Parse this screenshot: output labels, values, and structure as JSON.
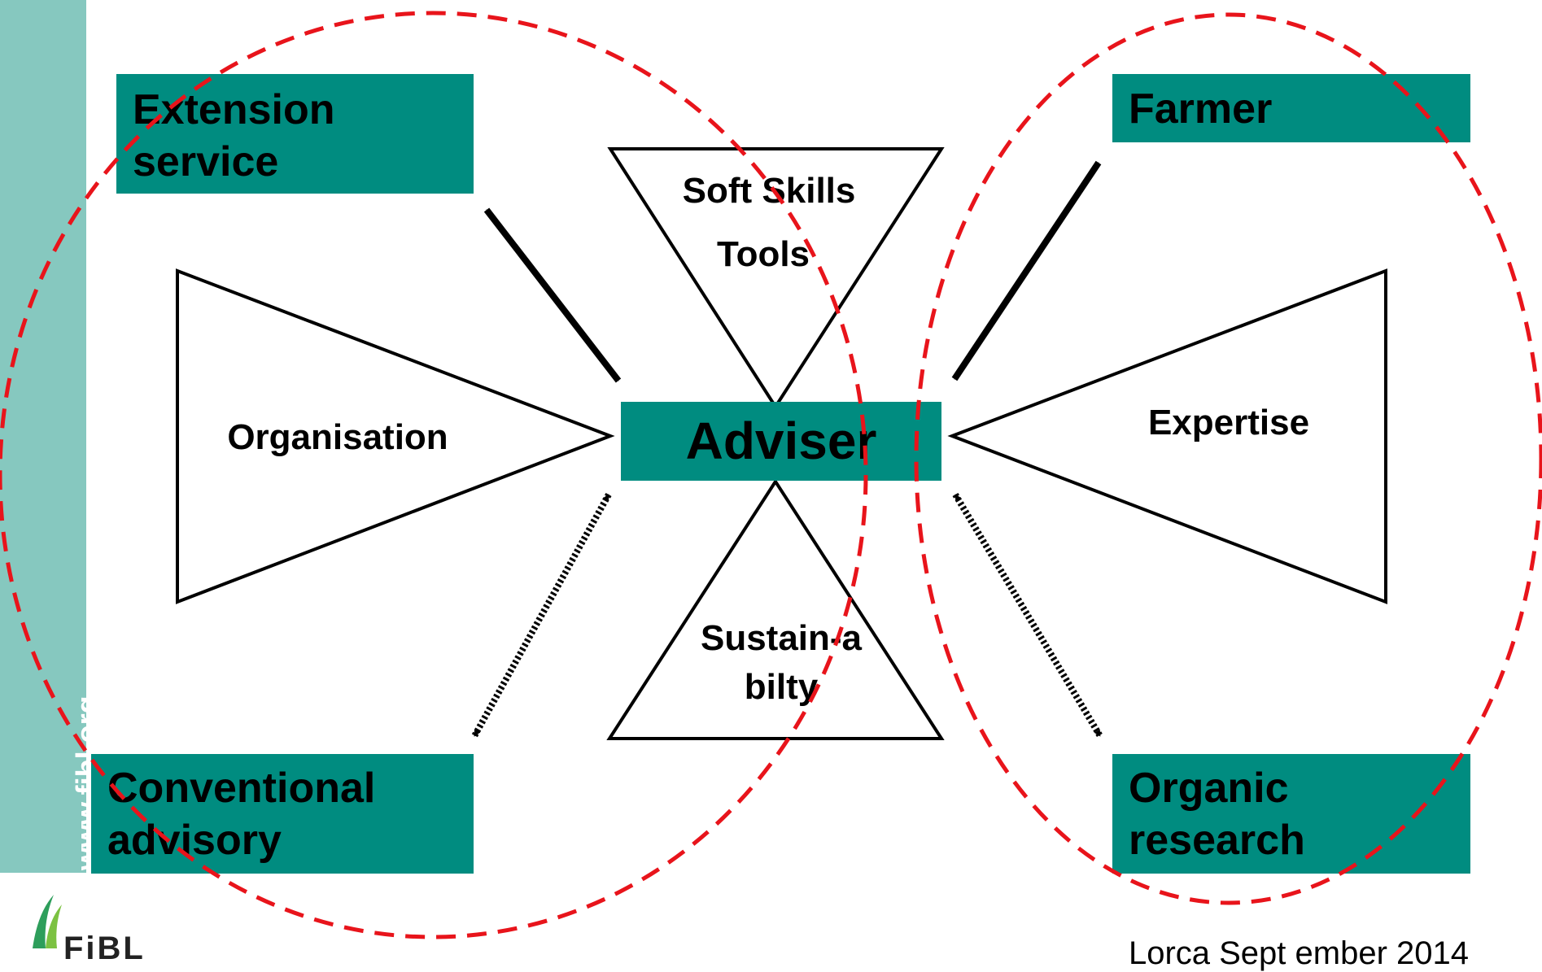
{
  "sidebar": {
    "url": "www.fibl.org"
  },
  "boxes": {
    "extension_service": "Extension service",
    "farmer": "Farmer",
    "conventional_advisory": "Conventional advisory",
    "organic_research": "Organic research",
    "adviser": "Adviser"
  },
  "triangles": {
    "soft_skills": "Soft Skills",
    "tools": "Tools",
    "organisation": "Organisation",
    "expertise": "Expertise",
    "sustainability": "Sustain-abilty"
  },
  "logo": {
    "text": "FiBL"
  },
  "footer": {
    "text": "Lorca Sept ember 2014"
  },
  "colors": {
    "teal": "#008c80",
    "sidebar": "#86c8bf",
    "dashed_ellipse": "#e8141b"
  }
}
